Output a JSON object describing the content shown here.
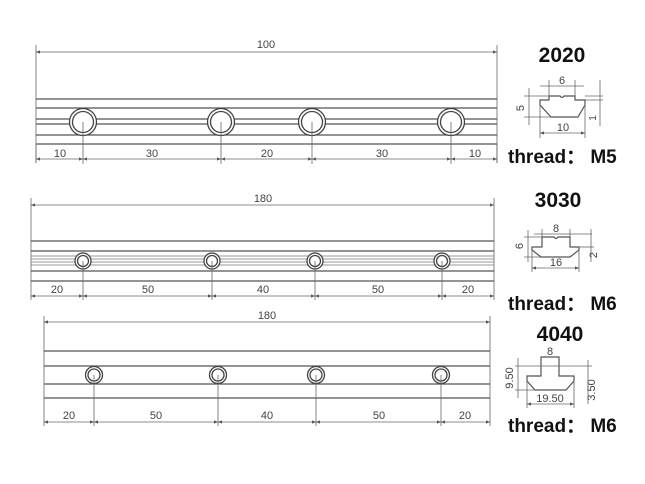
{
  "line_color": "#555555",
  "background": "#ffffff",
  "rails": [
    {
      "name": "2020",
      "total_length_label": "100",
      "segments": [
        "10",
        "30",
        "20",
        "30",
        "10"
      ],
      "profile": {
        "top_width": "6",
        "height": "5",
        "bottom_width": "10",
        "lip": "1"
      },
      "thread": "thread： M5"
    },
    {
      "name": "3030",
      "total_length_label": "180",
      "segments": [
        "20",
        "50",
        "40",
        "50",
        "20"
      ],
      "profile": {
        "top_width": "8",
        "height": "6",
        "bottom_width": "16",
        "lip": "2"
      },
      "thread": "thread： M6"
    },
    {
      "name": "4040",
      "total_length_label": "180",
      "segments": [
        "20",
        "50",
        "40",
        "50",
        "20"
      ],
      "profile": {
        "top_width": "8",
        "height": "9.50",
        "bottom_width": "19.50",
        "lip": "3.50"
      },
      "thread": "thread： M6"
    }
  ]
}
